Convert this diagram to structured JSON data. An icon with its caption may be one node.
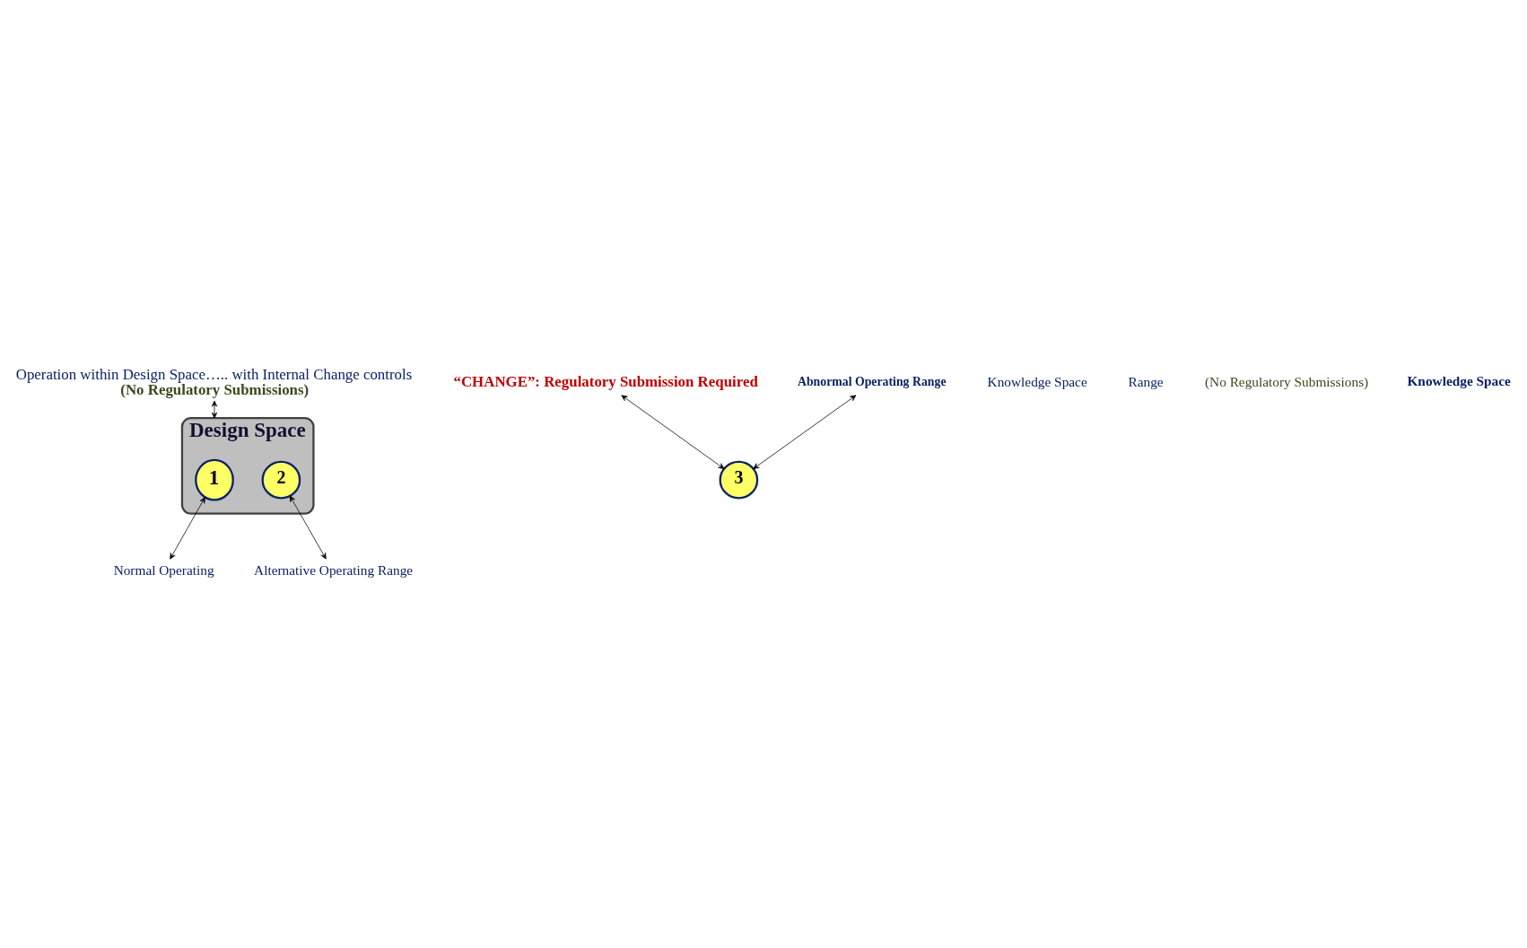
{
  "diagram": {
    "nodes": [
      {
        "text": [
          "Operation within Design Space….. with Internal Change controls",
          "(No Regulatory Submissions)"
        ]
      },
      {
        "text": [
          "Design Space"
        ]
      },
      {
        "text": [
          "1"
        ],
        "in": 1
      },
      {
        "text": [
          "2"
        ],
        "in": 1
      },
      {
        "text": [
          "3"
        ]
      },
      {
        "text": [
          "“CHANGE”: Regulatory Submission Required"
        ]
      },
      {
        "text": [
          "Abnormal Operating Range"
        ]
      },
      {
        "text": [
          "Alternative Operating Range"
        ]
      },
      {
        "text": [
          "Normal Operating"
        ]
      }
    ],
    "edges": [
      {
        "from": 0,
        "to": 1,
        "arrow": "both"
      },
      {
        "from": 5,
        "to": 4,
        "arrow": "both"
      },
      {
        "from": 6,
        "to": 4,
        "arrow": "both"
      },
      {
        "from": 3,
        "to": 7,
        "arrow": "both"
      },
      {
        "from": 2,
        "to": 8,
        "arrow": "both"
      }
    ],
    "labels": [
      "Knowledge Space",
      "Range",
      "(No Regulatory Submissions)",
      "Knowledge Space"
    ]
  }
}
